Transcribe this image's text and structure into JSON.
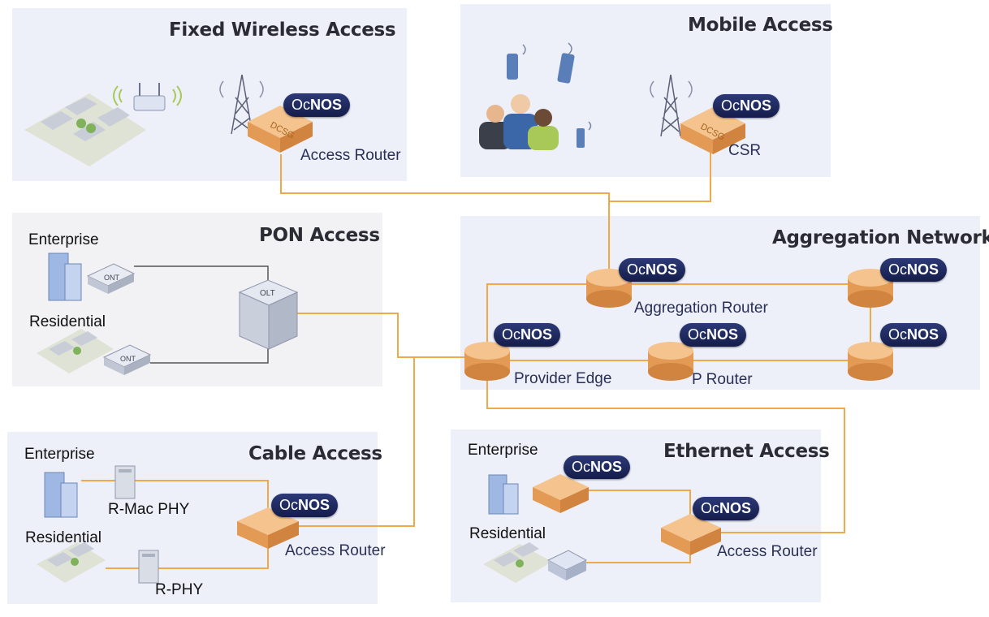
{
  "panels": {
    "fixed_wireless": {
      "title": "Fixed Wireless Access",
      "router_label": "Access Router",
      "device_text": "DCSG"
    },
    "mobile": {
      "title": "Mobile Access",
      "router_label": "CSR",
      "device_text": "DCSG"
    },
    "pon": {
      "title": "PON Access",
      "enterprise": "Enterprise",
      "residential": "Residential",
      "ont": "ONT",
      "olt": "OLT"
    },
    "aggregation": {
      "title": "Aggregation Network",
      "aggregation_router": "Aggregation Router",
      "provider_edge": "Provider Edge",
      "p_router": "P Router"
    },
    "cable": {
      "title": "Cable Access",
      "enterprise": "Enterprise",
      "residential": "Residential",
      "rmac": "R-Mac PHY",
      "rphy": "R-PHY",
      "router_label": "Access Router"
    },
    "ethernet": {
      "title": "Ethernet Access",
      "enterprise": "Enterprise",
      "residential": "Residential",
      "router_label": "Access Router"
    }
  },
  "badge": {
    "part1": "Oc",
    "part2": "NOS"
  },
  "colors": {
    "link": "#f0a948",
    "gray_link": "#555555",
    "badge": "#1c2658",
    "panel_blue": "#eef0f9",
    "panel_gray": "#f2f1f4",
    "router": "#e8aa6c"
  }
}
